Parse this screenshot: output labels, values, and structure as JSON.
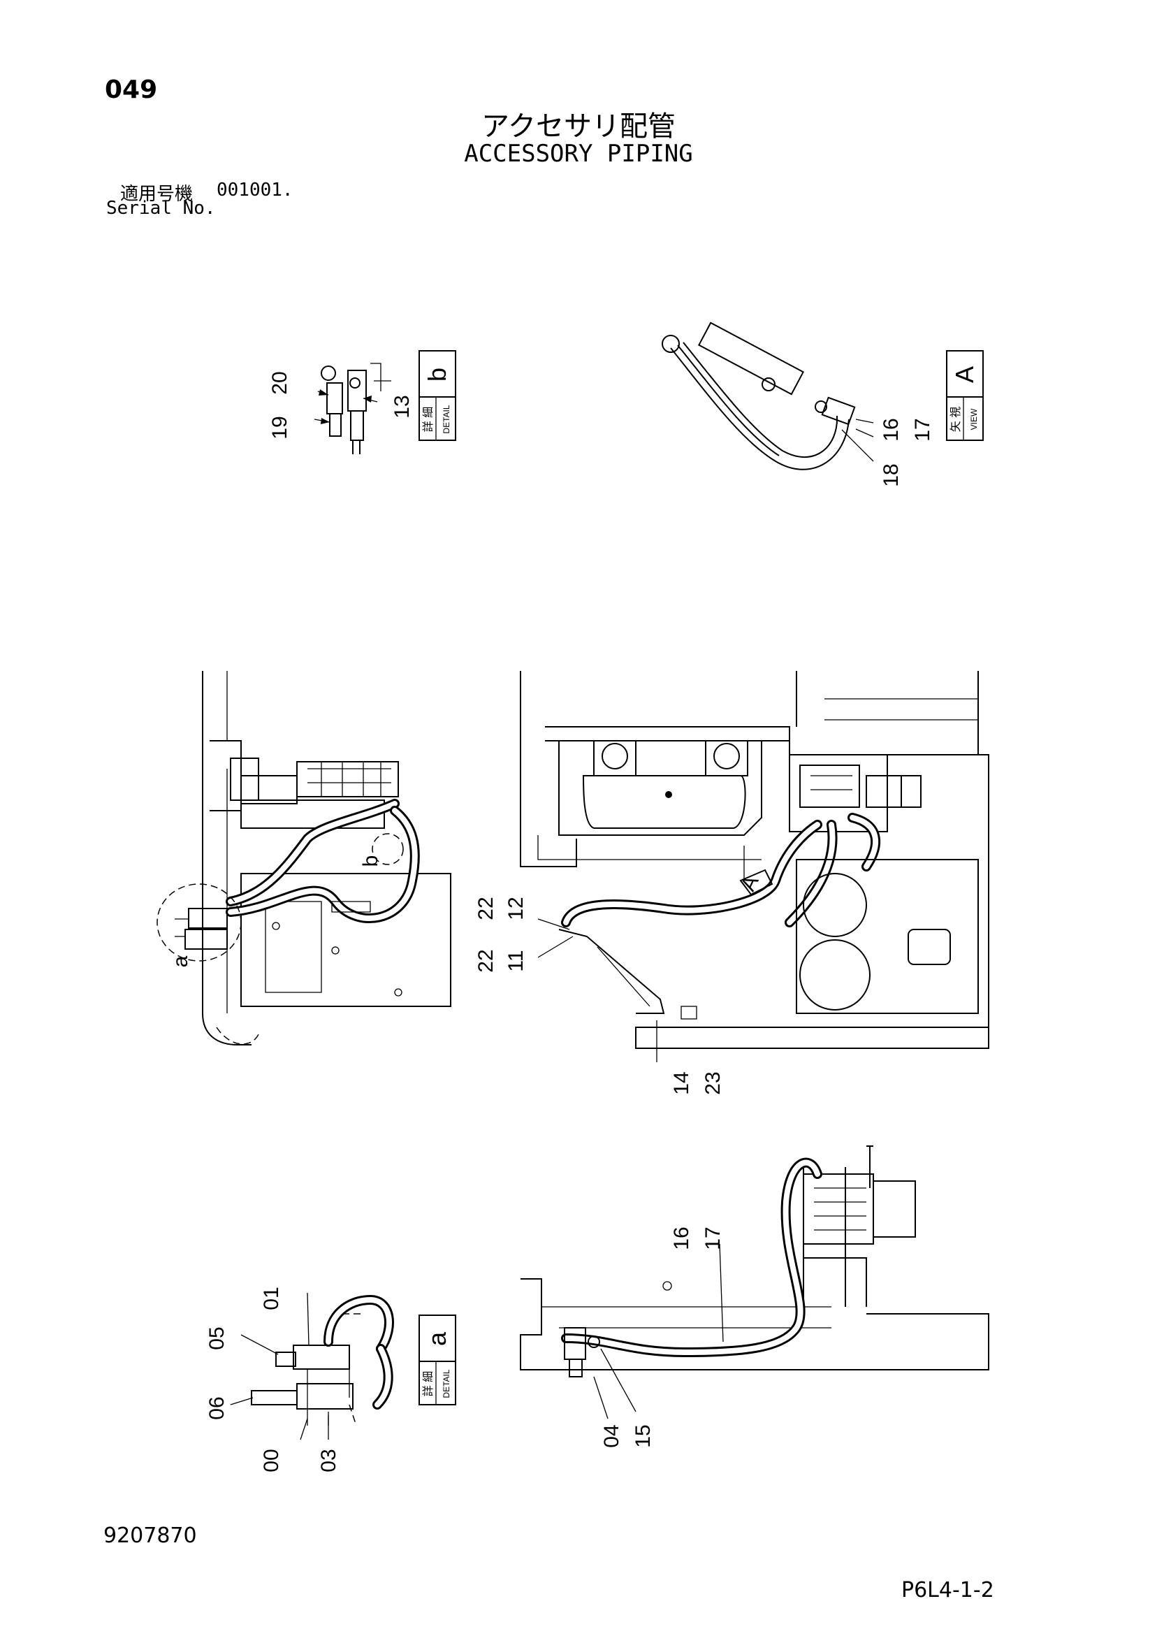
{
  "page": {
    "number": "049",
    "title_jp": "アクセサリ配管",
    "title_en": "ACCESSORY PIPING",
    "serial_label_jp": "適用号機",
    "serial_value": "001001.",
    "serial_label_en": "Serial No.",
    "document_no": "9207870",
    "page_ref": "P6L4-1-2"
  },
  "detail_b": {
    "box_jp": "詳 細",
    "box_en": "DETAIL",
    "letter": "b",
    "callouts": [
      "20",
      "19",
      "13"
    ]
  },
  "view_a": {
    "box_jp": "矢 視",
    "box_en": "VIEW",
    "letter": "A",
    "callouts": [
      "16",
      "17",
      "18"
    ]
  },
  "main_view": {
    "callouts": [
      "22",
      "12",
      "22",
      "11",
      "14",
      "23"
    ],
    "markers": [
      "a",
      "b",
      "A"
    ]
  },
  "lower_view": {
    "callouts": [
      "16",
      "17",
      "04",
      "15"
    ]
  },
  "detail_a": {
    "box_jp": "詳 細",
    "box_en": "DETAIL",
    "letter": "a",
    "callouts": [
      "05",
      "01",
      "06",
      "00",
      "03"
    ]
  }
}
